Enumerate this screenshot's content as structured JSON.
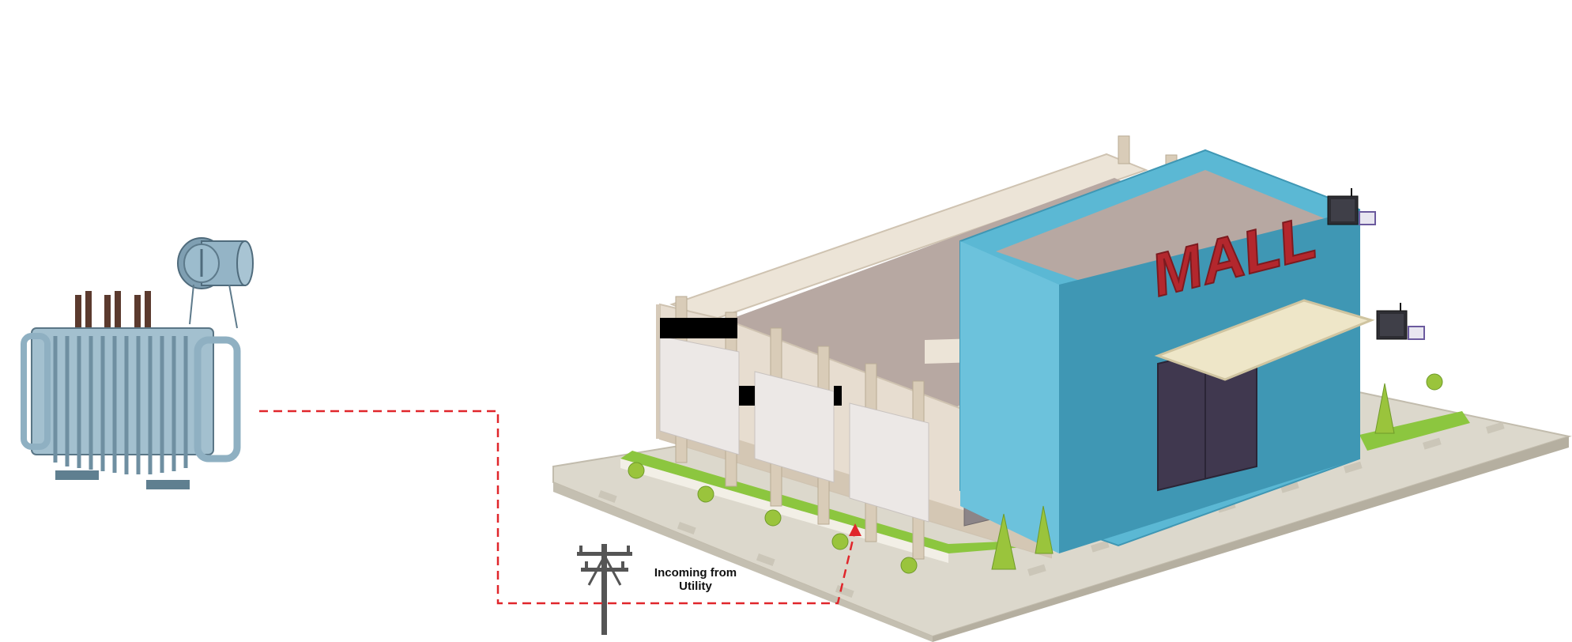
{
  "caption": {
    "line1": "Incoming from",
    "line2": "Utility"
  },
  "sign_text": "MALL",
  "colors": {
    "feed_line": "#e0262b",
    "facade_blue": "#5bb8d4",
    "facade_blue_dark": "#3f97b4",
    "sign_red": "#b3272d",
    "lawn": "#8cc63f",
    "pavement": "#dcd8cc",
    "wall_beige": "#e7ddd0",
    "roof": "#b7a8a2",
    "transformer": "#8fb0c2"
  },
  "icons": [
    "transformer-icon",
    "utility-pole-icon",
    "meter-device-icon"
  ]
}
